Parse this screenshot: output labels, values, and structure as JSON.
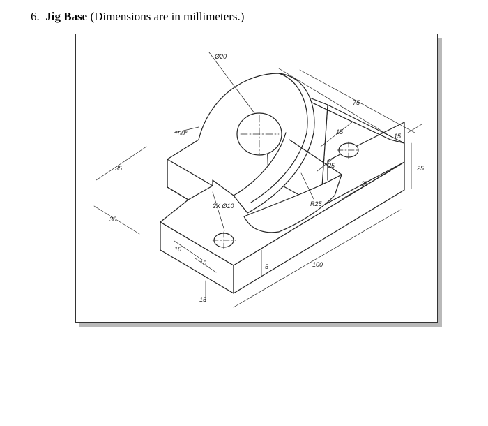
{
  "heading": {
    "number": "6.",
    "title": "Jig Base",
    "subtitle": "(Dimensions are in millimeters.)"
  },
  "dimensions": {
    "hole_top": "Ø20",
    "angle": "150°",
    "left_35": "35",
    "left_30": "30",
    "hole_small": "2X Ø10",
    "d10": "10",
    "d15_front": "15",
    "d15_bottom": "15",
    "d5": "5",
    "r25": "R25",
    "d75": "75",
    "d15_top": "15",
    "d25_slot": "25",
    "d35_right": "35",
    "d15_right": "15",
    "d25_right": "25",
    "d100": "100"
  },
  "colors": {
    "line": "#222222",
    "shadow": "#b9b9b9"
  }
}
